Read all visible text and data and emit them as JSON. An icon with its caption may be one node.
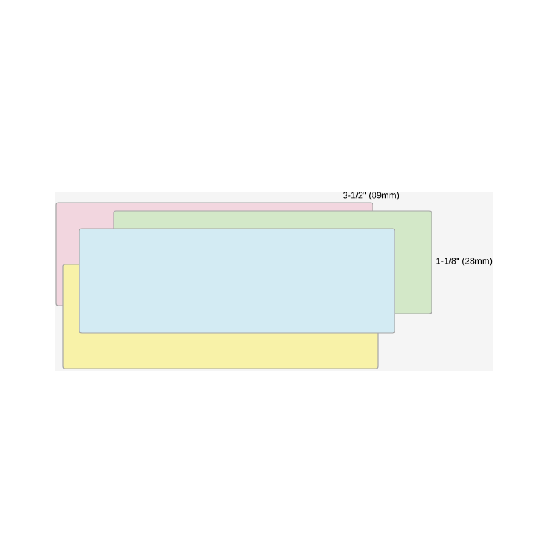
{
  "diagram": {
    "nodes": [
      {
        "text": [],
        "shape": "box"
      },
      {
        "text": [],
        "shape": "box"
      },
      {
        "text": [],
        "shape": "box"
      },
      {
        "text": [],
        "shape": "box"
      }
    ],
    "labels": [
      "3-1/2\" (89mm)",
      "1-1/8\" (28mm)"
    ]
  }
}
